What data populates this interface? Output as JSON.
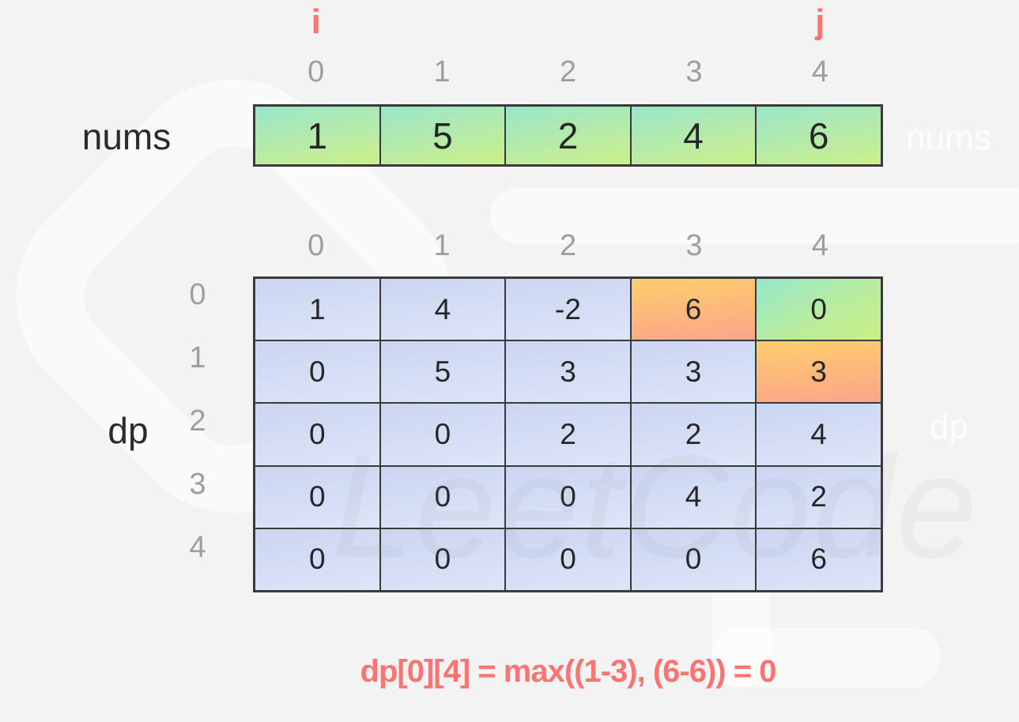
{
  "pointers": {
    "i": "i",
    "j": "j"
  },
  "columns": [
    "0",
    "1",
    "2",
    "3",
    "4"
  ],
  "nums": {
    "label": "nums",
    "values": [
      "1",
      "5",
      "2",
      "4",
      "6"
    ]
  },
  "dp": {
    "label": "dp",
    "row_indices": [
      "0",
      "1",
      "2",
      "3",
      "4"
    ],
    "rows": [
      [
        "1",
        "4",
        "-2",
        "6",
        "0"
      ],
      [
        "0",
        "5",
        "3",
        "3",
        "3"
      ],
      [
        "0",
        "0",
        "2",
        "2",
        "4"
      ],
      [
        "0",
        "0",
        "0",
        "4",
        "2"
      ],
      [
        "0",
        "0",
        "0",
        "0",
        "6"
      ]
    ],
    "highlights": {
      "0-3": "orange",
      "0-4": "green",
      "1-4": "orange"
    }
  },
  "formula": "dp[0][4] = max((1-3), (6-6)) = 0",
  "watermark": {
    "nums_label": "nums",
    "dp_label": "dp",
    "logo_text": "LeetCode"
  },
  "colors": {
    "background": "#f3f3f4",
    "accent_red": "#fa7571",
    "index_gray": "#9e9e9e",
    "cell_text": "#262626",
    "border": "#3a3a3a",
    "blue_cell_top": "#cbd5f1",
    "blue_cell_bottom": "#dde5f8",
    "green_cell_top": "#99e6ca",
    "green_cell_bottom": "#ccf089",
    "orange_cell_top": "#fcce6c",
    "orange_cell_bottom": "#fba58a"
  }
}
